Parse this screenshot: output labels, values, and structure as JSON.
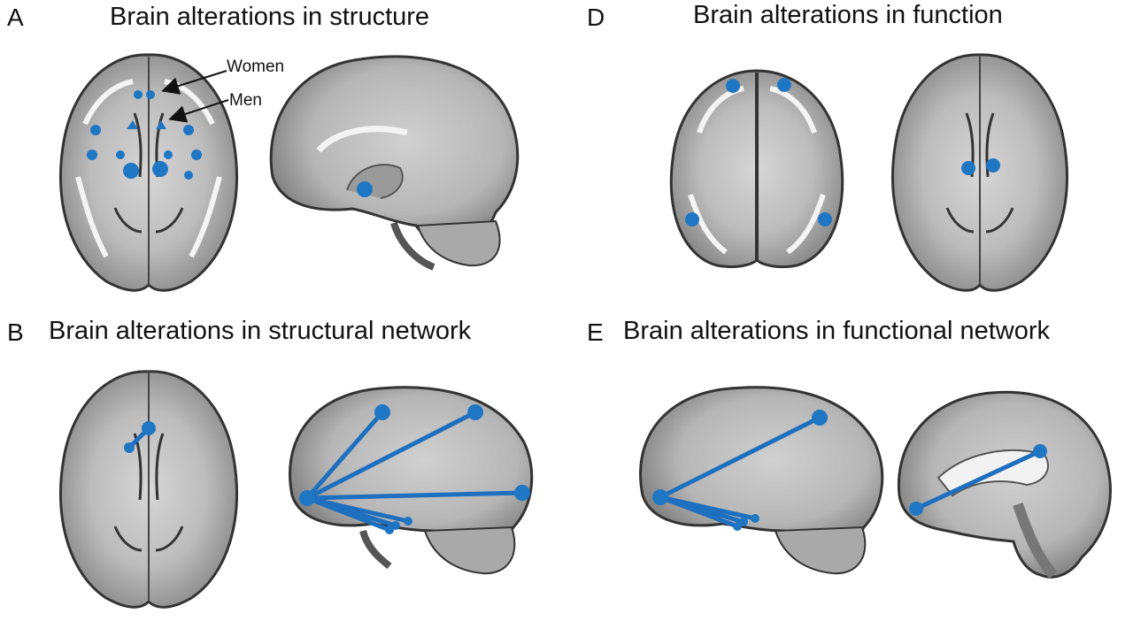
{
  "panels": {
    "A": {
      "letter": "A",
      "title": "Brain alterations in structure",
      "labels": {
        "women": "Women",
        "men": "Men"
      }
    },
    "B": {
      "letter": "B",
      "title": "Brain alterations in structural network"
    },
    "D": {
      "letter": "D",
      "title": "Brain alterations in function"
    },
    "E": {
      "letter": "E",
      "title": "Brain alterations in functional network"
    }
  },
  "colors": {
    "marker": "#1f77c4",
    "connection": "#1f6fbf",
    "arrow": "#111111"
  },
  "views": [
    "axial",
    "sagittal",
    "axial-superior",
    "axial",
    "axial",
    "sagittal",
    "sagittal",
    "sagittal-medial"
  ]
}
